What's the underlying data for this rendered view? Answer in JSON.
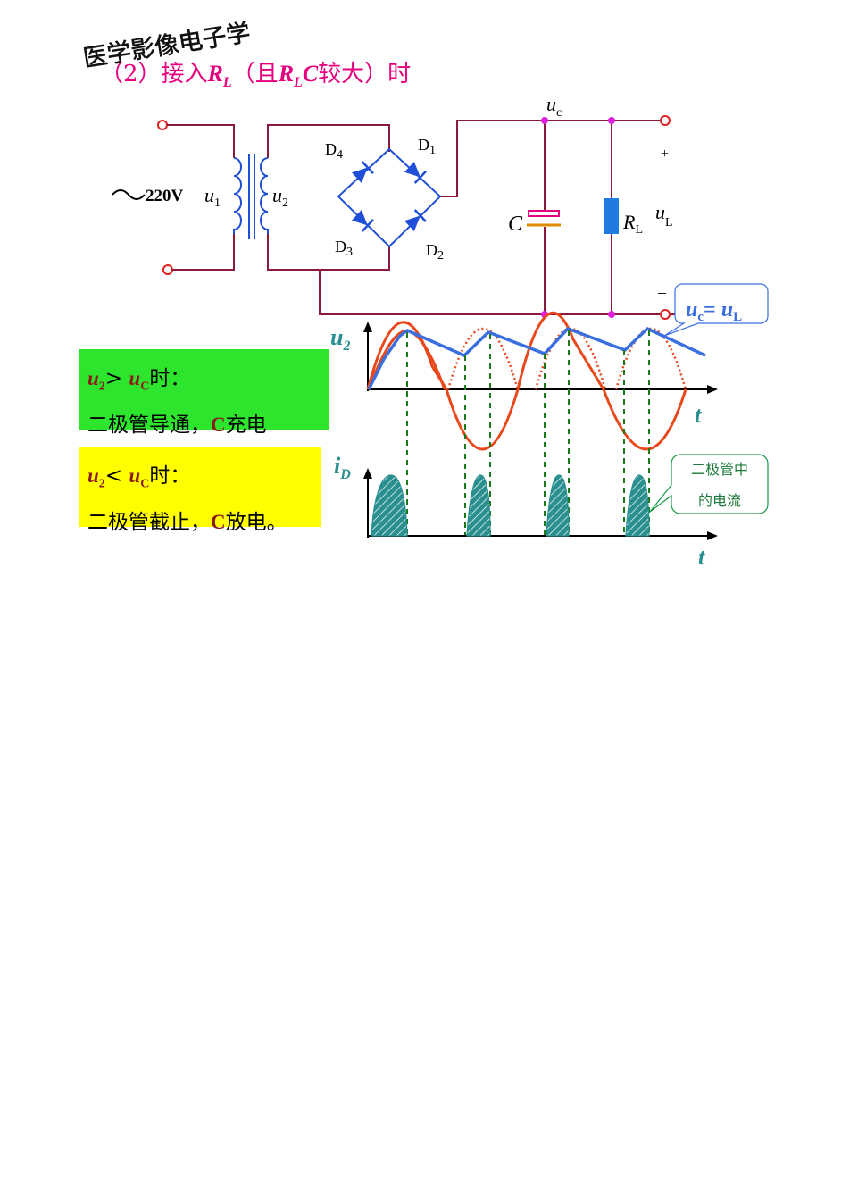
{
  "watermark": "医学影像电子学",
  "heading": {
    "prefix": "（2）接入",
    "rl": "R",
    "rl_sub": "L",
    "mid": "（且",
    "rlc": "R",
    "rlc_sub": "L",
    "c": "C",
    "suffix": "较大）时"
  },
  "circuit": {
    "source": "220V",
    "u1": "u",
    "u1_sub": "1",
    "u2": "u",
    "u2_sub": "2",
    "d1": "D",
    "d1_sub": "1",
    "d2": "D",
    "d2_sub": "2",
    "d3": "D",
    "d3_sub": "3",
    "d4": "D",
    "d4_sub": "4",
    "capacitor": "C",
    "uc": "u",
    "uc_sub": "c",
    "rl": "R",
    "rl_sub": "L",
    "ul": "u",
    "ul_sub": "L",
    "plus": "+",
    "minus": "–"
  },
  "callout_top": {
    "a": "u",
    "a_sub": "c",
    "eq": "= ",
    "b": "u",
    "b_sub": "L"
  },
  "callout_bottom": {
    "line1": "二极管中",
    "line2": "的电流"
  },
  "wave": {
    "u2_label": "u",
    "u2_sub": "2",
    "t_label": "t",
    "id_label": "i",
    "id_sub": "D",
    "t2_label": "t"
  },
  "charge_box": {
    "cond_a": "u",
    "cond_a_sub": "2",
    "op": "> ",
    "cond_b": "u",
    "cond_b_sub": "C",
    "when": "时：",
    "line2_a": "二极管导通，",
    "line2_c": "C",
    "line2_b": "充电"
  },
  "discharge_box": {
    "cond_a": "u",
    "cond_a_sub": "2",
    "op": "< ",
    "cond_b": "u",
    "cond_b_sub": "C",
    "when": "时：",
    "line2_a": "二极管截止，",
    "line2_c": "C",
    "line2_b": "放电。"
  },
  "colors": {
    "heading": "#e6007e",
    "wire": "#8b1a3a",
    "diode": "#1f4fd6",
    "blue": "#3a6fe0",
    "red": "#e8481a",
    "green": "#1a7a1a",
    "teal": "#2a8f8f",
    "charge_box": "#2ee52e",
    "discharge_box": "#ffff00"
  }
}
